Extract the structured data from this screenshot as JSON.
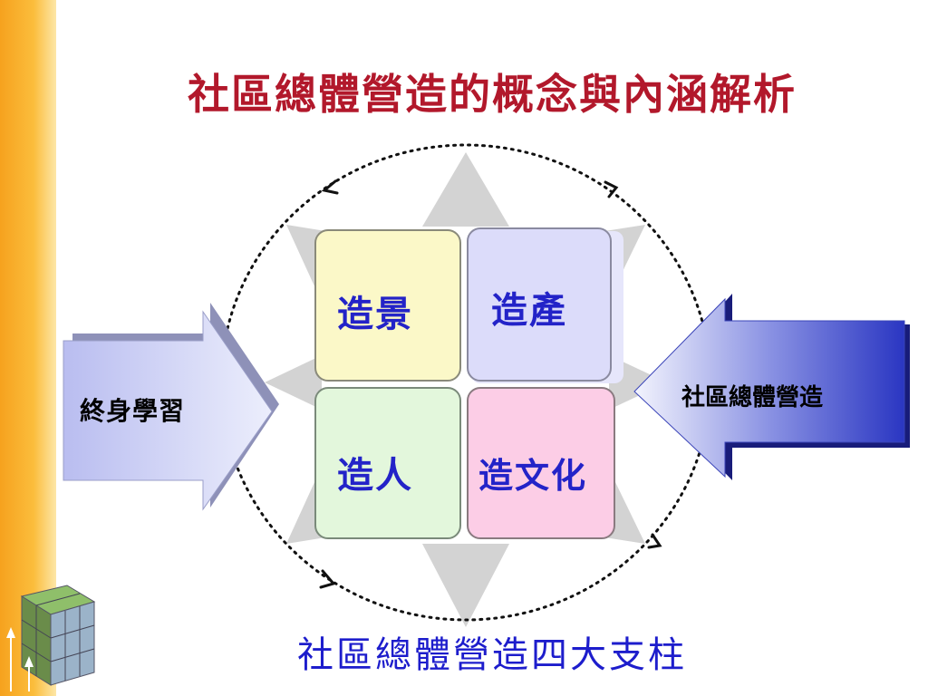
{
  "title": "社區總體營造的概念與內涵解析",
  "quadrants": {
    "top_left": "造景",
    "top_right": "造產",
    "bottom_left": "造人",
    "bottom_right": "造文化"
  },
  "left_arrow_label": "終身學習",
  "right_arrow_label": "社區總體營造",
  "caption": "社區總體營造四大支柱",
  "colors": {
    "title": "#b2182b",
    "quad_text": "#2323c8",
    "caption": "#1d1dcc",
    "side_bar": "#f6a21e",
    "top_left_fill": "#fbf8c8",
    "top_right_fill": "#dcdcfa",
    "bottom_left_fill": "#e3f7dc",
    "bottom_right_fill": "#fccde6"
  }
}
